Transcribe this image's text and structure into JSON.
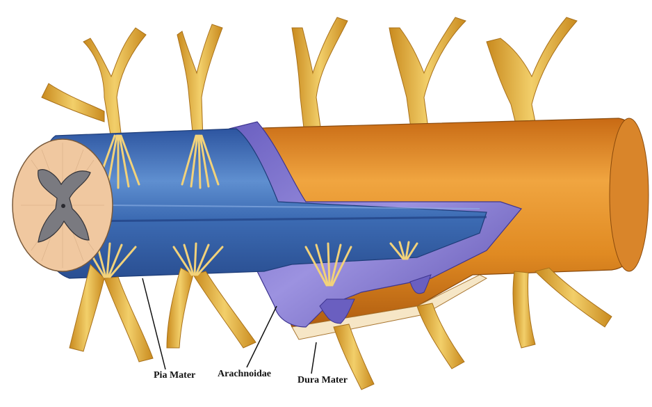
{
  "labels": {
    "pia_mater": "Pia Mater",
    "arachnoidae": "Arachnoidae",
    "dura_mater": "Dura Mater"
  },
  "colors": {
    "pia_blue": "#3f6fb0",
    "arachnoid_purple": "#7b6fc8",
    "dura_orange": "#e08a22",
    "nerve_yellow": "#e6b548",
    "cord_cross_section": "#f0c8a0",
    "gray_matter": "#7a7a80"
  }
}
